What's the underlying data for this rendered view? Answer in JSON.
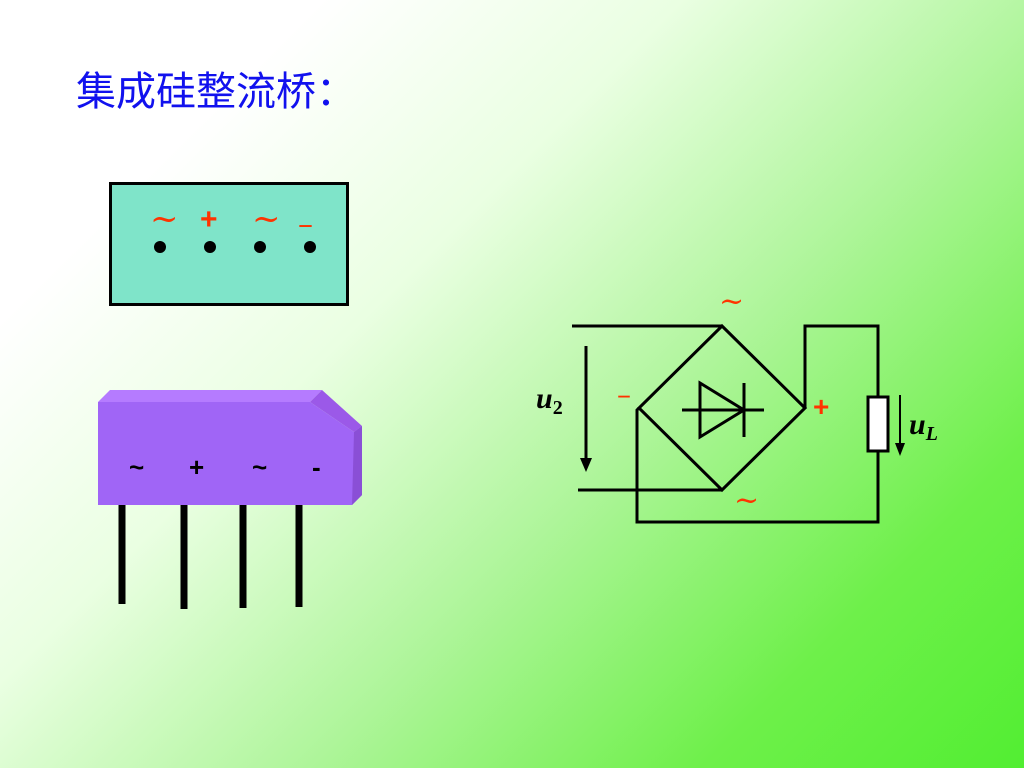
{
  "title": "集成硅整流桥：",
  "top_view": {
    "pins": [
      "~",
      "+",
      "~",
      "–"
    ]
  },
  "package": {
    "pins": [
      "~",
      "+",
      "~",
      "-"
    ]
  },
  "circuit": {
    "input_voltage": {
      "var": "u",
      "sub": "2"
    },
    "load_voltage": {
      "var": "u",
      "sub": "L"
    },
    "bridge_top": "~",
    "bridge_bottom": "~",
    "bridge_left": "–",
    "bridge_right": "+"
  }
}
